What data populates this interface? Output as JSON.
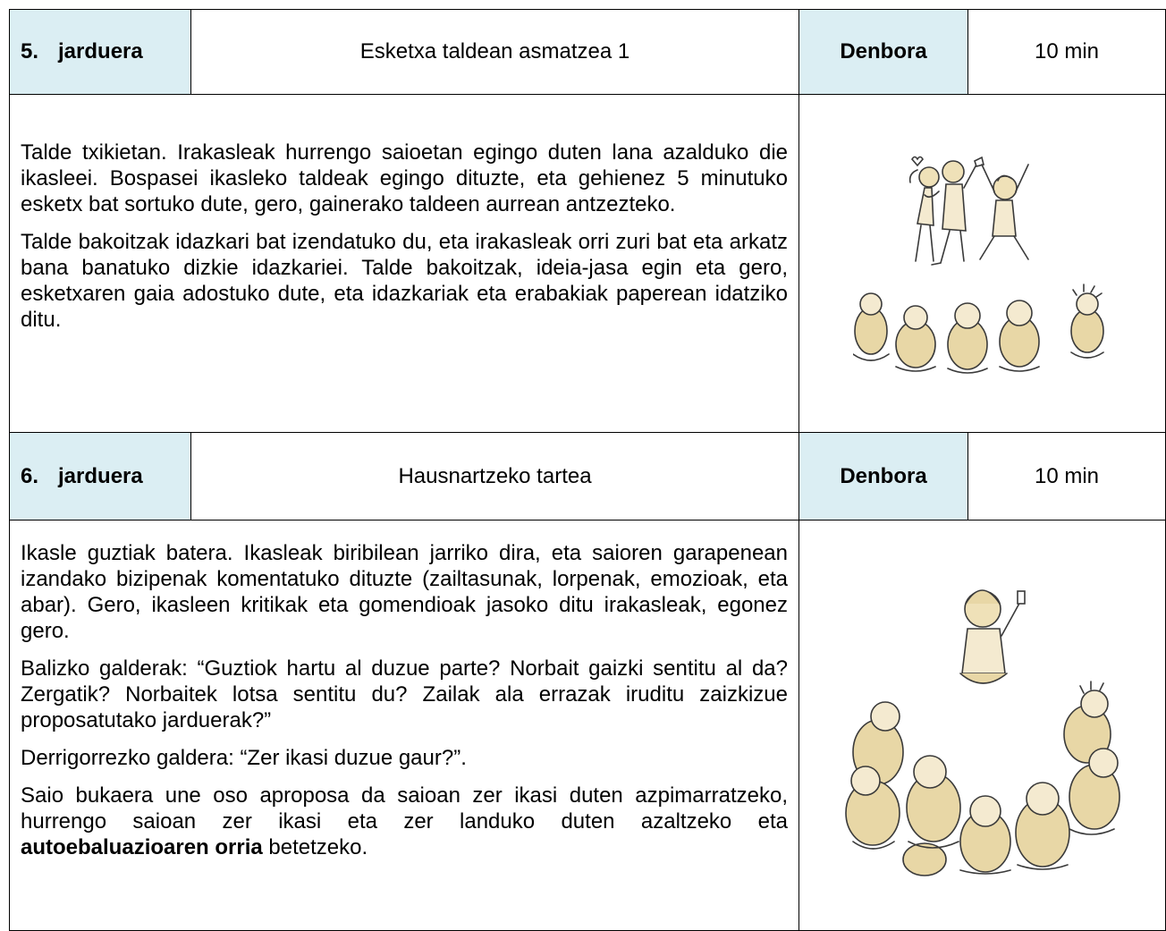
{
  "activities": [
    {
      "number": "5.",
      "label": "jarduera",
      "title": "Esketxa taldean asmatzea 1",
      "time_label": "Denbora",
      "time_value": "10 min",
      "paragraphs": [
        "Talde txikietan. Irakasleak hurrengo saioetan egingo duten lana azalduko die ikasleei. Bospasei ikasleko taldeak egingo dituzte, eta gehienez 5 minutuko esketx bat sortuko dute, gero, gainerako taldeen aurrean antzezteko.",
        "Talde bakoitzak idazkari bat izendatuko du, eta irakasleak orri zuri bat eta arkatz bana banatuko dizkie idazkariei. Talde bakoitzak, ideia-jasa egin eta gero, esketxaren gaia adostuko dute, eta idazkariak eta erabakiak paperean idatziko ditu."
      ]
    },
    {
      "number": "6.",
      "label": "jarduera",
      "title": "Hausnartzeko tartea",
      "time_label": "Denbora",
      "time_value": "10 min",
      "paragraphs": [
        "Ikasle guztiak batera. Ikasleak biribilean jarriko dira, eta saioren garapenean izandako bizipenak komentatuko dituzte (zailtasunak, lorpenak, emozioak, eta abar). Gero, ikasleen kritikak eta gomendioak jasoko ditu irakasleak, egonez gero.",
        "Balizko galderak: “Guztiok hartu al duzue parte? Norbait gaizki sentitu al da? Zergatik? Norbaitek lotsa sentitu du? Zailak ala errazak iruditu zaizkizue proposatutako jarduerak?”",
        "Derrigorrezko galdera: “Zer ikasi duzue gaur?”."
      ],
      "last_paragraph": {
        "before": "Saio bukaera une oso aproposa da saioan zer ikasi duten azpimarratzeko, hurrengo saioan zer ikasi eta zer landuko duten azaltzeko eta ",
        "bold": "autoebaluazioaren orria",
        "after": " betetzeko."
      }
    }
  ],
  "colors": {
    "header_fill": "#dbeef3",
    "border": "#000000",
    "figure_fill": "#e8d7a6"
  },
  "illustrations": [
    "children-performing-illustration",
    "children-sitting-in-circle-illustration"
  ]
}
